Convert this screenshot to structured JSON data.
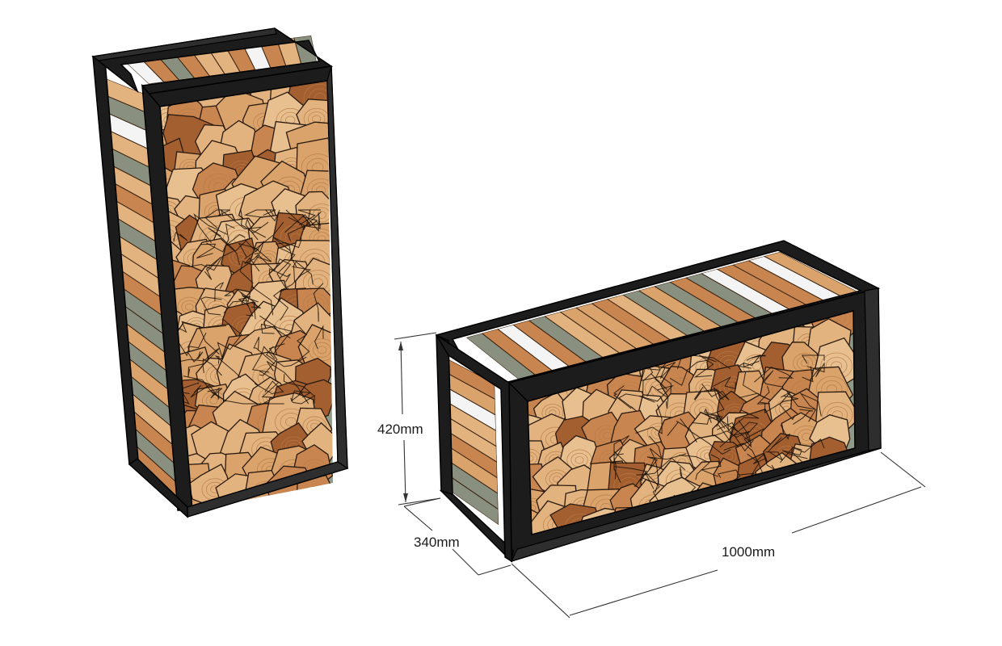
{
  "dimensions": {
    "height": "420mm",
    "depth": "340mm",
    "width": "1000mm"
  },
  "colors": {
    "frame": "#1c1c1c",
    "wood_light": "#e2b37e",
    "wood_mid": "#c8854f",
    "wood_dark": "#a35f30",
    "bark_gray": "#8a9080",
    "ring": "#b87a45"
  }
}
